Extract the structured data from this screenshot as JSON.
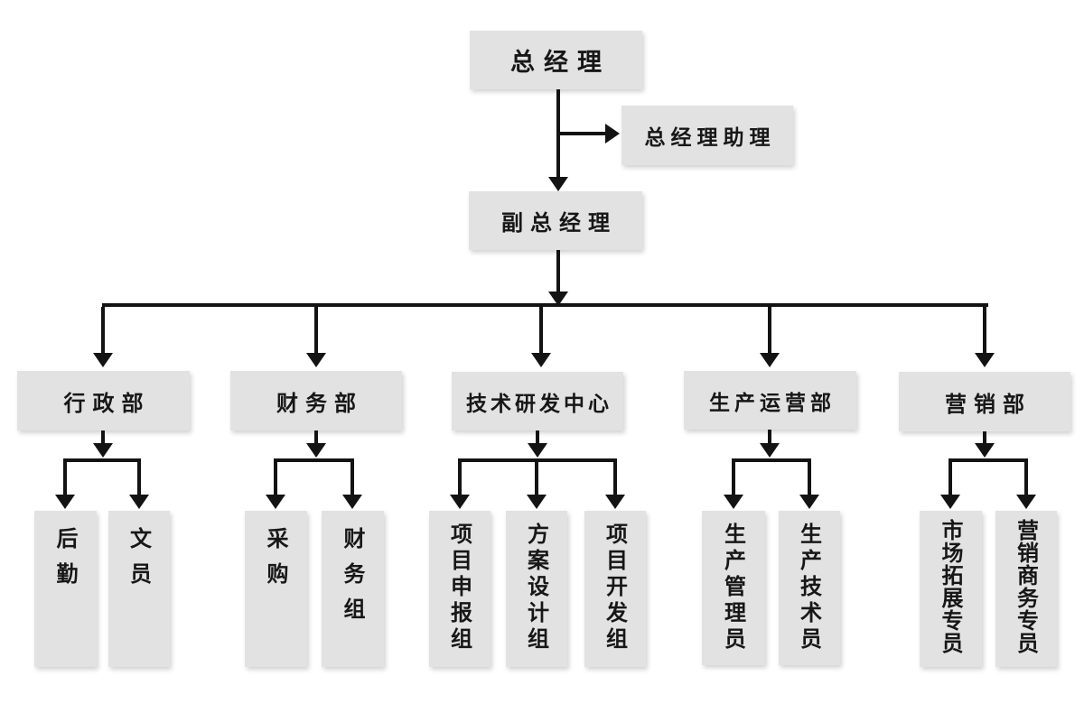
{
  "org": {
    "root": {
      "label": "总经理"
    },
    "assistant": {
      "label": "总经理助理"
    },
    "deputy": {
      "label": "副总经理"
    },
    "departments": [
      {
        "label": "行政部",
        "children": [
          {
            "label": "后勤"
          },
          {
            "label": "文员"
          }
        ]
      },
      {
        "label": "财务部",
        "children": [
          {
            "label": "采购"
          },
          {
            "label": "财务组"
          }
        ]
      },
      {
        "label": "技术研发中心",
        "children": [
          {
            "label": "项目申报组"
          },
          {
            "label": "方案设计组"
          },
          {
            "label": "项目开发组"
          }
        ]
      },
      {
        "label": "生产运营部",
        "children": [
          {
            "label": "生产管理员"
          },
          {
            "label": "生产技术员"
          }
        ]
      },
      {
        "label": "营销部",
        "children": [
          {
            "label": "市场拓展专员"
          },
          {
            "label": "营销商务专员"
          }
        ]
      }
    ]
  },
  "colors": {
    "box_bg": "#e2e2e2",
    "line": "#131313",
    "text": "#171717",
    "canvas_bg": "#ffffff"
  }
}
